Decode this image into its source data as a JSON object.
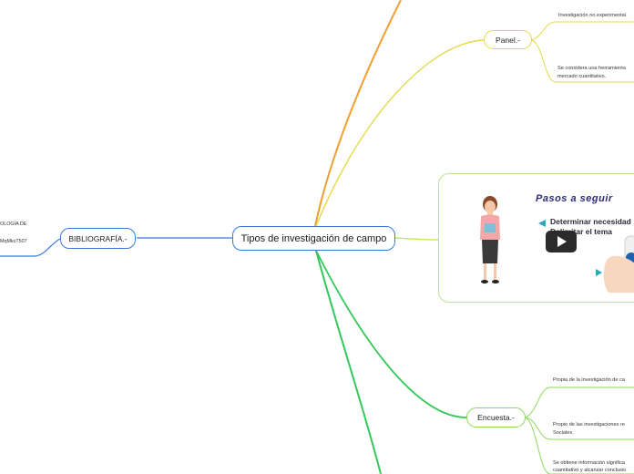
{
  "mindmap": {
    "central_topic": "Tipos de investigación de campo",
    "bibliography": {
      "label": "BIBLIOGRAFÍA.-",
      "texts": [
        "OLOGÍA DE",
        "MqMkxT507"
      ]
    },
    "panel": {
      "label": "Panel.-",
      "leaves": [
        "Investigación no experimental",
        "Se considera una herramienta",
        "mercado cuantitativo."
      ]
    },
    "video": {
      "title": "Pasos a seguir",
      "lines": [
        "Determinar necesidad",
        "Delimitar el tema"
      ]
    },
    "encuesta": {
      "label": "Encuesta.-",
      "leaves": [
        "Propia de la investigación de ca",
        "Propio de las investigaciones re",
        "Sociales.",
        "Se obtiene información significa",
        "cuantitativo y alcanzar conclusio"
      ]
    }
  },
  "colors": {
    "blue_branch": "#3b7bd4",
    "orange_branch": "#f0a030",
    "yellow_branch": "#e6d94a",
    "lime_branch": "#c6ea5a",
    "green_branch": "#34c85a",
    "light_green": "#8cd95a"
  }
}
